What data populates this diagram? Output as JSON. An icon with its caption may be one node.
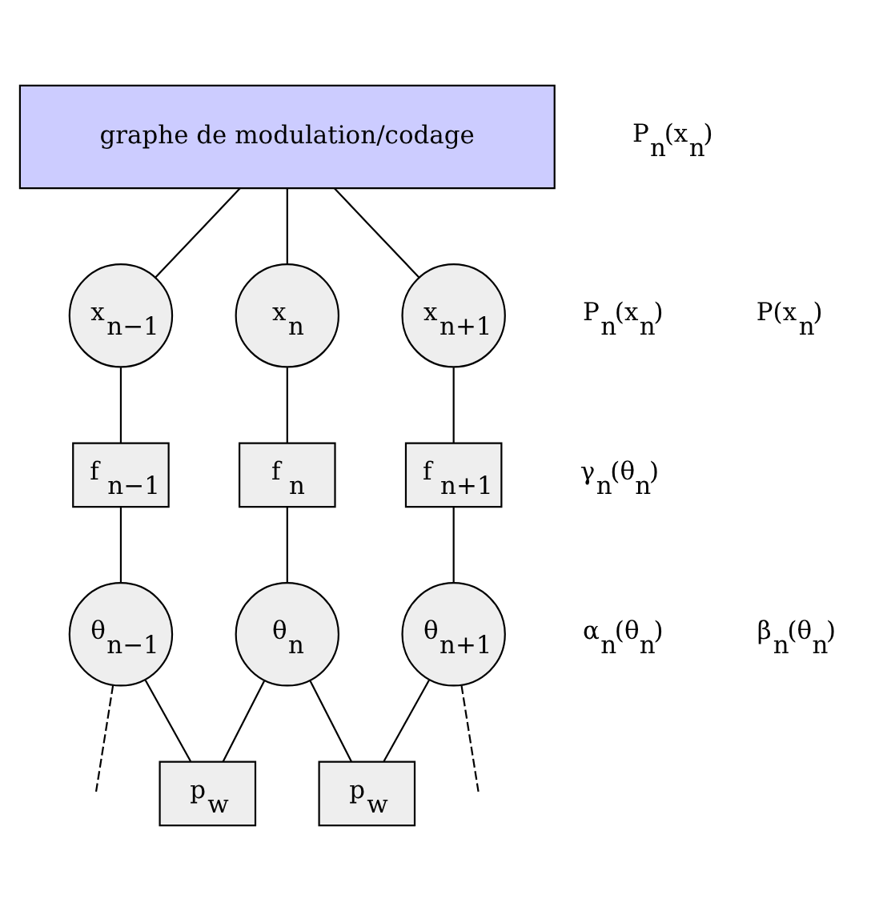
{
  "diagram": {
    "nodes": [
      {
        "text": [
          "graphe de modulation/codage"
        ]
      },
      {
        "text": [
          "x$_{n−1}$"
        ]
      },
      {
        "text": [
          "x$_{n}$"
        ]
      },
      {
        "text": [
          "x$_{n+1}$"
        ]
      },
      {
        "text": [
          "f $_{n−1}$"
        ]
      },
      {
        "text": [
          "f $_{n}$"
        ]
      },
      {
        "text": [
          "f $_{n+1}$"
        ]
      },
      {
        "text": [
          "θ$_{n−1}$"
        ]
      },
      {
        "text": [
          "θ$_{n}$"
        ]
      },
      {
        "text": [
          "θ$_{n+1}$"
        ]
      },
      {
        "text": [
          "p$_{w}$"
        ]
      },
      {
        "text": [
          "p$_{w}$"
        ]
      }
    ],
    "edges": [
      {
        "from": 0,
        "to": 1,
        "arrow": "none"
      },
      {
        "from": 0,
        "to": 2,
        "arrow": "none"
      },
      {
        "from": 0,
        "to": 3,
        "arrow": "none"
      },
      {
        "from": 1,
        "to": 4,
        "arrow": "none"
      },
      {
        "from": 2,
        "to": 5,
        "arrow": "none"
      },
      {
        "from": 3,
        "to": 6,
        "arrow": "none"
      },
      {
        "from": 4,
        "to": 7,
        "arrow": "none"
      },
      {
        "from": 5,
        "to": 8,
        "arrow": "none"
      },
      {
        "from": 6,
        "to": 9,
        "arrow": "none"
      },
      {
        "from": 7,
        "to": null,
        "arrow": "none",
        "style": "dashed"
      },
      {
        "from": 7,
        "to": 10,
        "arrow": "none"
      },
      {
        "from": 10,
        "to": 8,
        "arrow": "none"
      },
      {
        "from": 8,
        "to": 11,
        "arrow": "none"
      },
      {
        "from": 11,
        "to": 9,
        "arrow": "none"
      },
      {
        "from": 9,
        "to": null,
        "arrow": "none",
        "style": "dashed"
      }
    ],
    "labels": [
      "P$_{n}$(x$_{n}$)",
      "P$_{n}$(x$_{n}$)",
      "P(x$_{n}$)",
      "γ$_{n}$(θ$_{n}$)",
      "α$_{n}$(θ$_{n}$)",
      "β$_{n}$(θ$_{n}$)"
    ]
  }
}
